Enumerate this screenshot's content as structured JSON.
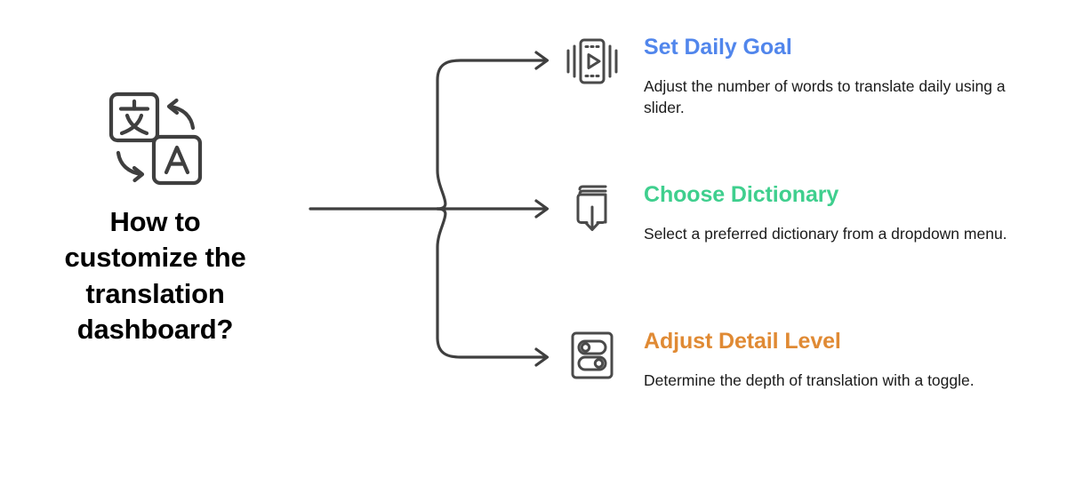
{
  "page": {
    "background_color": "#ffffff",
    "title": "How to customize the translation dashboard?"
  },
  "question": {
    "icon": "translate-icon",
    "title_lines": [
      "How to",
      "customize the",
      "translation",
      "dashboard?"
    ],
    "title": "How to customize the translation dashboard?",
    "color": "#000000"
  },
  "connector": {
    "name": "branching-arrow-connector",
    "stroke_color": "#3f3f3f",
    "stroke_width": 3,
    "branch_count": 3
  },
  "branches": [
    {
      "id": "set-daily-goal",
      "icon": "video-play-card-icon",
      "heading": "Set Daily Goal",
      "heading_color": "#5186ec",
      "description": "Adjust the number of words to translate daily using a slider."
    },
    {
      "id": "choose-dictionary",
      "icon": "book-download-icon",
      "heading": "Choose Dictionary",
      "heading_color": "#3fcf8e",
      "description": "Select a preferred dictionary from a dropdown menu."
    },
    {
      "id": "adjust-detail-level",
      "icon": "toggle-switches-icon",
      "heading": "Adjust Detail Level",
      "heading_color": "#e08a34",
      "description": "Determine the depth of translation with a toggle."
    }
  ]
}
